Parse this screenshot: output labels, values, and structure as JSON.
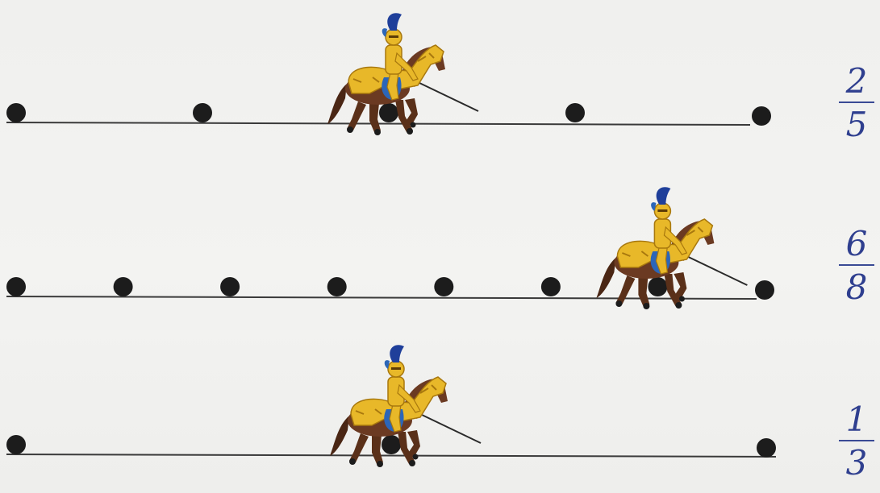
{
  "colors": {
    "paper": "#f1f1ef",
    "line": "#3a3a3a",
    "dot": "#1c1c1c",
    "ink": "#2f3f8f",
    "armor": "#e8b829",
    "armor_dark": "#a8780e",
    "horse": "#6b3a22",
    "cloth_blue": "#2c66b8",
    "plume": "#1f3f9a"
  },
  "rows": [
    {
      "id": "row-1",
      "dots": 5,
      "knight_on_dot": 2,
      "fraction": {
        "numerator": "2",
        "denominator": "5"
      }
    },
    {
      "id": "row-2",
      "dots": 8,
      "knight_on_dot": 6,
      "fraction": {
        "numerator": "6",
        "denominator": "8"
      }
    },
    {
      "id": "row-3",
      "dots": 3,
      "knight_on_dot": 1,
      "fraction": {
        "numerator": "1",
        "denominator": "3"
      }
    }
  ],
  "icons": [
    "knight-on-horse-icon",
    "dot-marker-icon"
  ]
}
